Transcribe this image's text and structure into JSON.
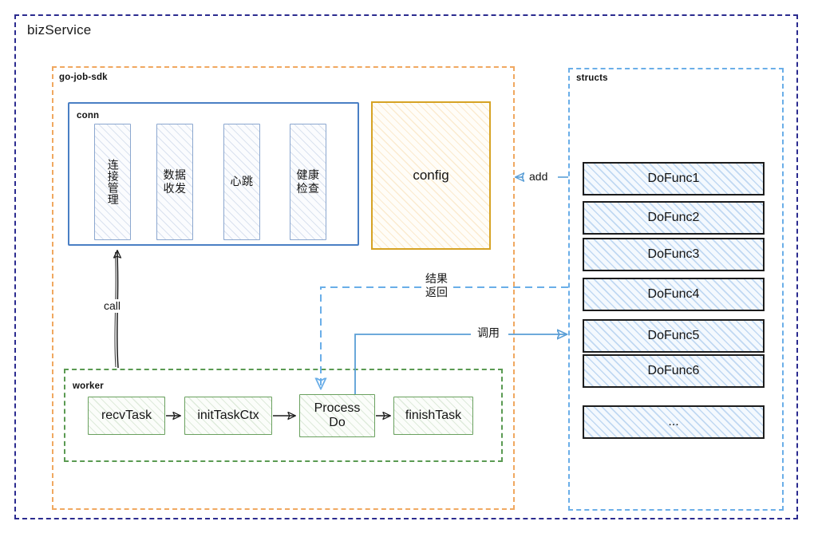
{
  "diagram": {
    "title": "bizService",
    "containers": {
      "biz": {
        "label": "bizService",
        "border_color": "#2b2b8f",
        "style": "dashed"
      },
      "sdk": {
        "label": "go-job-sdk",
        "border_color": "#f0a860",
        "style": "dashed"
      },
      "structs": {
        "label": "structs",
        "border_color": "#6aaee8",
        "style": "dashed"
      },
      "worker": {
        "label": "worker",
        "border_color": "#5a9a52",
        "style": "dashed"
      },
      "conn": {
        "label": "conn",
        "border_color": "#4a7fc4",
        "style": "solid"
      }
    },
    "conn_cells": [
      {
        "label": "连接管理",
        "orientation": "vertical"
      },
      {
        "label": "数据\n收发",
        "line1": "数据",
        "line2": "收发"
      },
      {
        "label": "心跳",
        "line1": "心跳",
        "line2": ""
      },
      {
        "label": "健康检查",
        "line1": "健康",
        "line2": "检查"
      }
    ],
    "config": {
      "label": "config",
      "border_color": "#d6a324",
      "hatch_color": "#eaaa3c"
    },
    "worker_chain": [
      {
        "label": "recvTask"
      },
      {
        "label": "initTaskCtx"
      },
      {
        "label": "ProcessDo",
        "line1": "Process",
        "line2": "Do"
      },
      {
        "label": "finishTask"
      }
    ],
    "structs_items": [
      {
        "label": "DoFunc1"
      },
      {
        "label": "DoFunc2"
      },
      {
        "label": "DoFunc3"
      },
      {
        "label": "DoFunc4"
      },
      {
        "label": "DoFunc5"
      },
      {
        "label": "DoFunc6"
      },
      {
        "label": "..."
      }
    ],
    "arrows": [
      {
        "name": "call",
        "label": "call",
        "color": "#1c1c1c",
        "style": "solid",
        "from": "worker",
        "to": "conn"
      },
      {
        "name": "add",
        "label": "add",
        "color": "#5a9ed6",
        "style": "solid",
        "from": "structs",
        "to": "config"
      },
      {
        "name": "result-return",
        "label_line1": "结果",
        "label_line2": "返回",
        "color": "#6aaee8",
        "style": "dashed",
        "from": "structs",
        "to": "ProcessDo"
      },
      {
        "name": "invoke",
        "label": "调用",
        "color": "#5a9ed6",
        "style": "solid",
        "from": "ProcessDo",
        "to": "structs"
      }
    ]
  }
}
